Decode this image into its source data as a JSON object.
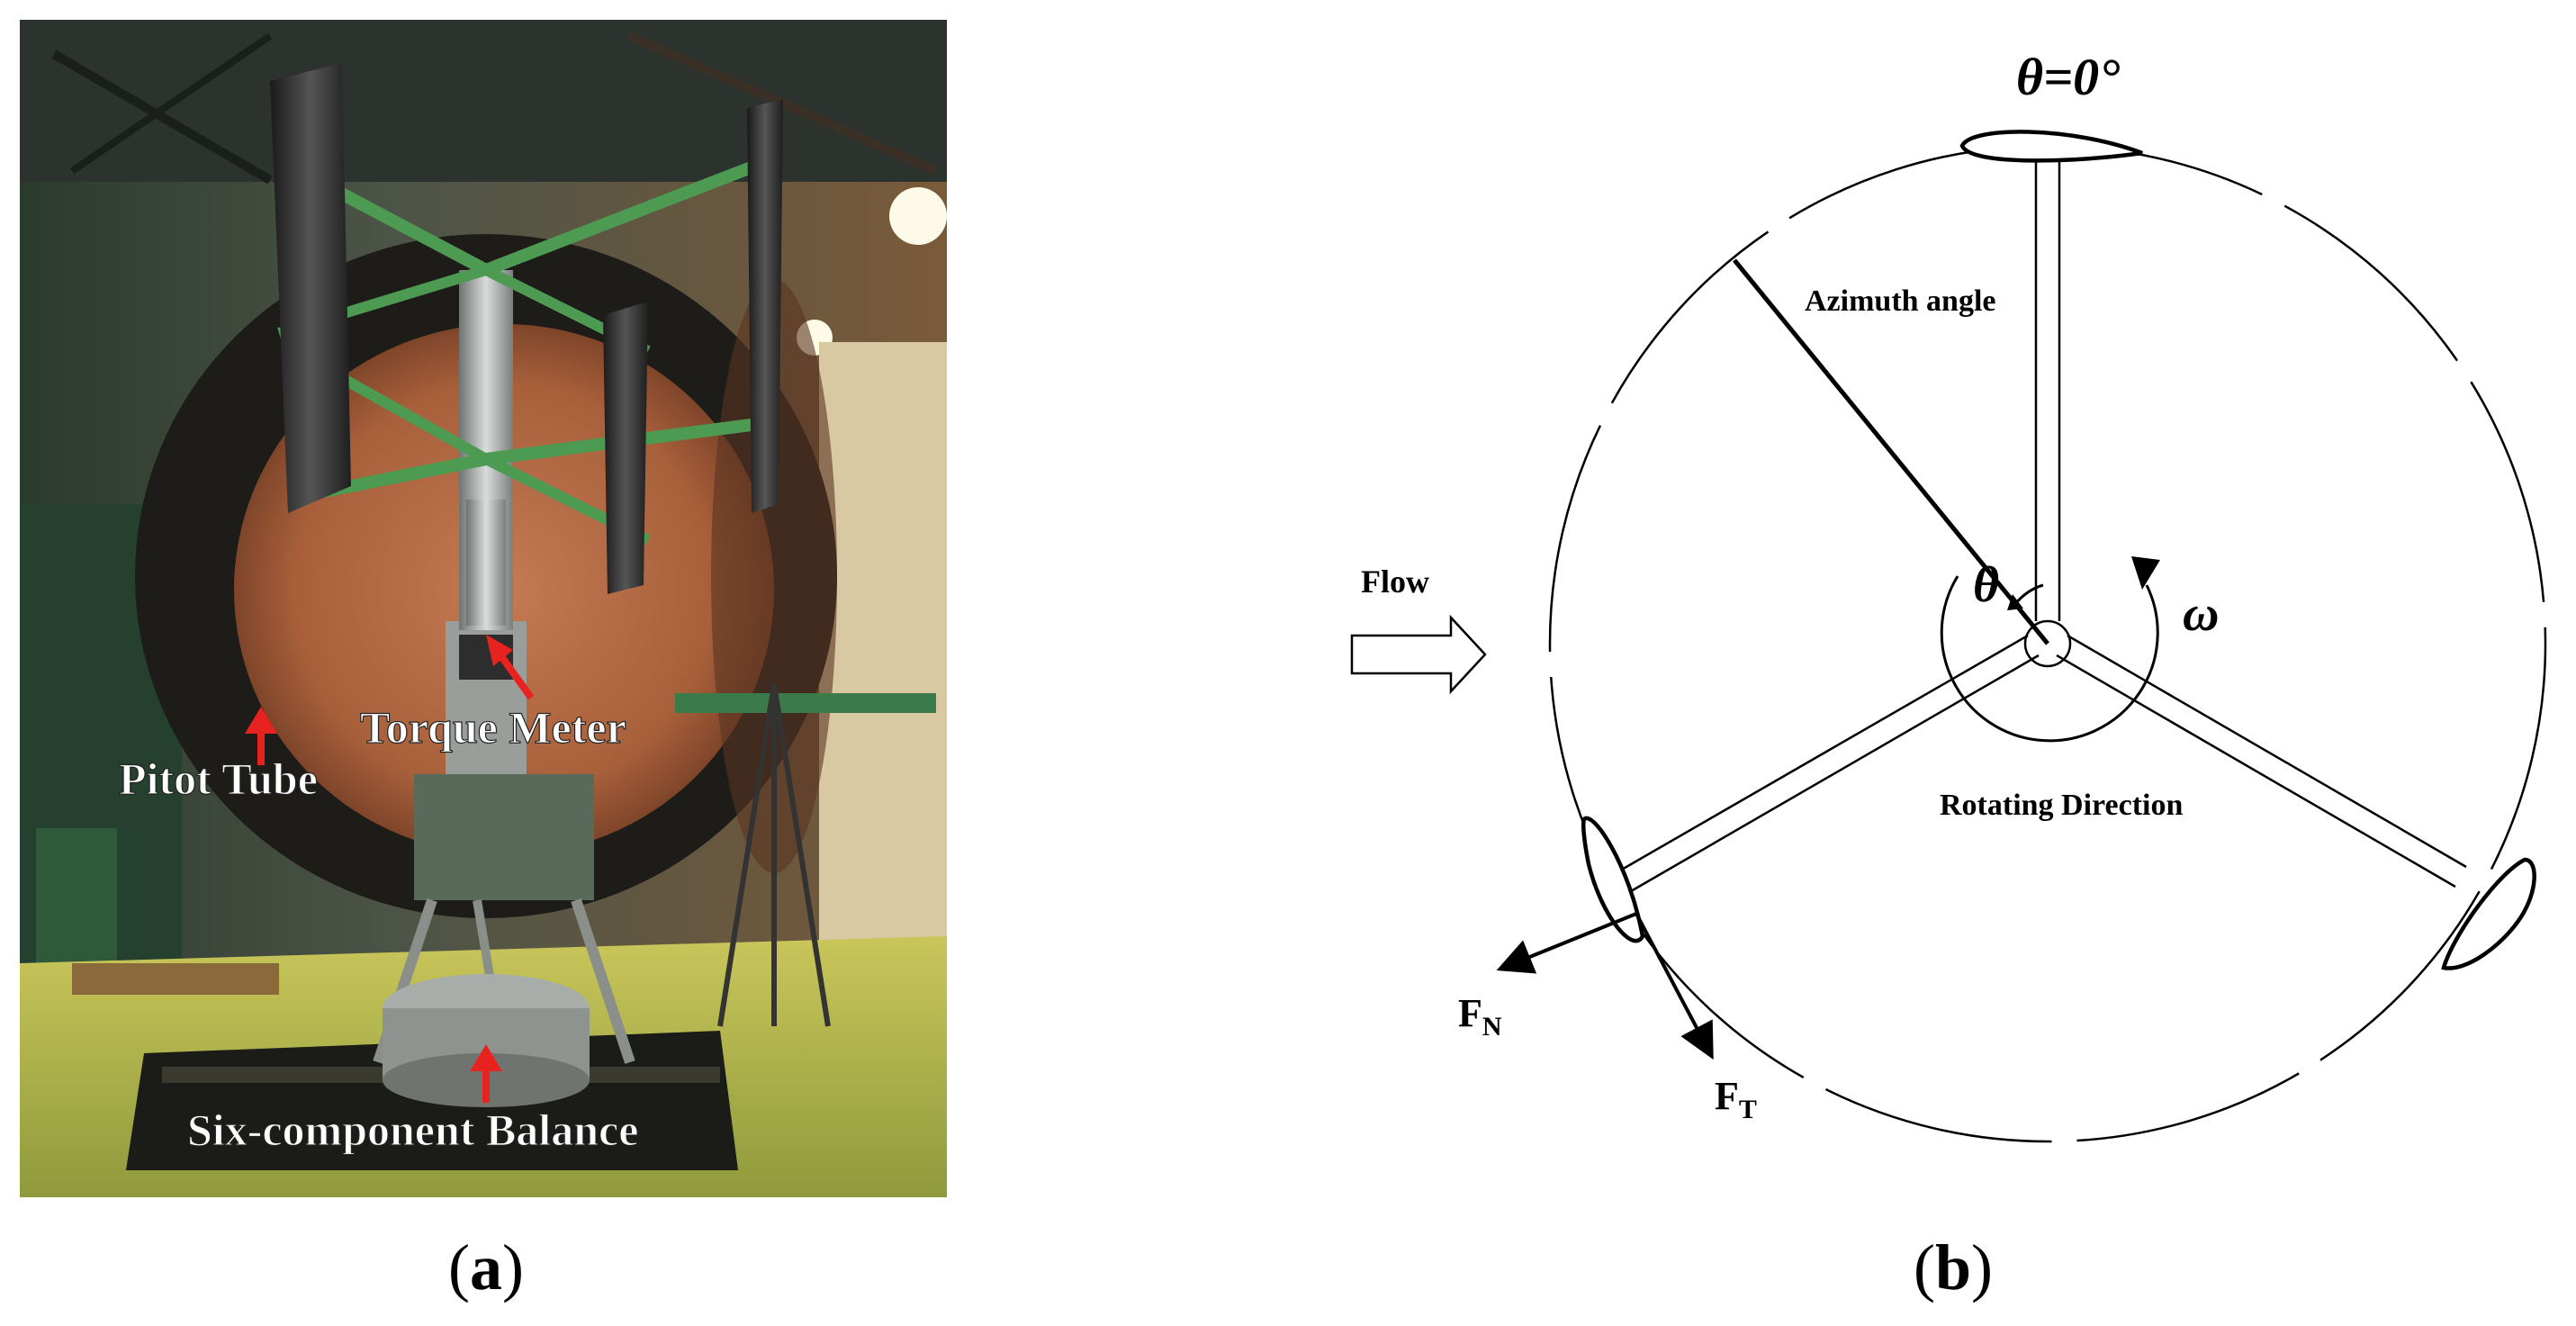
{
  "panel_a": {
    "photo_labels": {
      "torque_meter": "Torque Meter",
      "pitot_tube": "Pitot Tube",
      "balance": "Six-component Balance"
    },
    "caption": {
      "open": "(",
      "letter": "a",
      "close": ")"
    }
  },
  "panel_b": {
    "top_angle": "θ=0°",
    "azimuth": "Azimuth angle",
    "theta": "θ",
    "omega": "ω",
    "flow": "Flow",
    "rotating": "Rotating Direction",
    "fn_main": "F",
    "fn_sub": "N",
    "ft_main": "F",
    "ft_sub": "T",
    "caption": {
      "open": "(",
      "letter": "b",
      "close": ")"
    }
  },
  "colors": {
    "label_text": "#ffffff",
    "arrow_red": "#e8231f",
    "tunnel_copper": "#b06a44",
    "floor_green": "#b5b84a",
    "diagram_line": "#000000"
  }
}
